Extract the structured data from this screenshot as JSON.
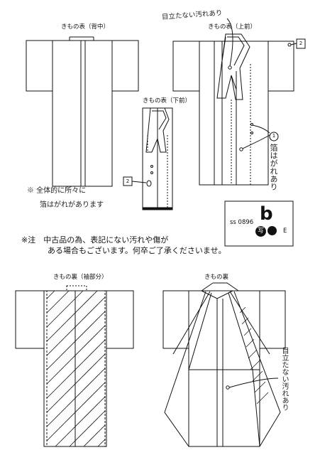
{
  "labels": {
    "back": "きもの表（背中）",
    "upper_front": "きもの表（上前）",
    "lower_front": "きもの表（下前）",
    "sleeve_lining": "きもの裏（袖部分）",
    "lining": "きもの裏"
  },
  "annotations": {
    "inconspicuous_stain_top": "目立たない汚れあり",
    "foil_peeling_vertical": "箔はがれあり",
    "overall_note_line1": "※ 全体的に所々に",
    "overall_note_line2": "箔はがれがあります",
    "inconspicuous_stain_lining": "目立たない汚れあり",
    "marker_1": "1",
    "marker_2_upper": "2",
    "marker_2_lower": "2"
  },
  "notice": {
    "line1": "※注　中古品の為、表記にない汚れや傷が",
    "line2": "ある場合もございます。何卒ご了承くださいませ。"
  },
  "stock": {
    "code": "ss 0896",
    "mark_b": "b",
    "mark_photo": "写",
    "mark_e": "E"
  }
}
